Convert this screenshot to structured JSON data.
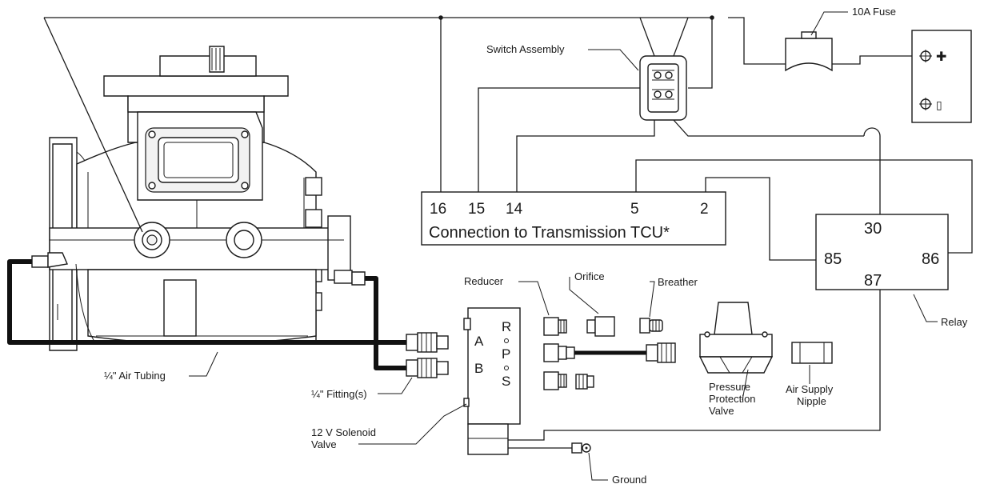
{
  "labels": {
    "fuse": "10A Fuse",
    "switch_assembly": "Switch Assembly",
    "reducer": "Reducer",
    "orifice": "Orifice",
    "breather": "Breather",
    "relay": "Relay",
    "air_tubing": "¼\" Air Tubing",
    "fittings": "¼\" Fitting(s)",
    "solenoid_line1": "12 V Solenoid",
    "solenoid_line2": "Valve",
    "ground": "Ground",
    "ppv_line1": "Pressure",
    "ppv_line2": "Protection",
    "ppv_line3": "Valve",
    "nipple_line1": "Air Supply",
    "nipple_line2": "Nipple"
  },
  "tcu": {
    "title": "Connection to Transmission TCU*",
    "pins": [
      "16",
      "15",
      "14",
      "5",
      "2"
    ]
  },
  "relay": {
    "pins": [
      "30",
      "85",
      "86",
      "87"
    ]
  },
  "solenoid_ports": {
    "left": [
      "A",
      "B"
    ],
    "right": [
      "R",
      "P",
      "S"
    ]
  },
  "battery": {
    "positive_symbol": "✚",
    "negative_symbol": "▯"
  }
}
